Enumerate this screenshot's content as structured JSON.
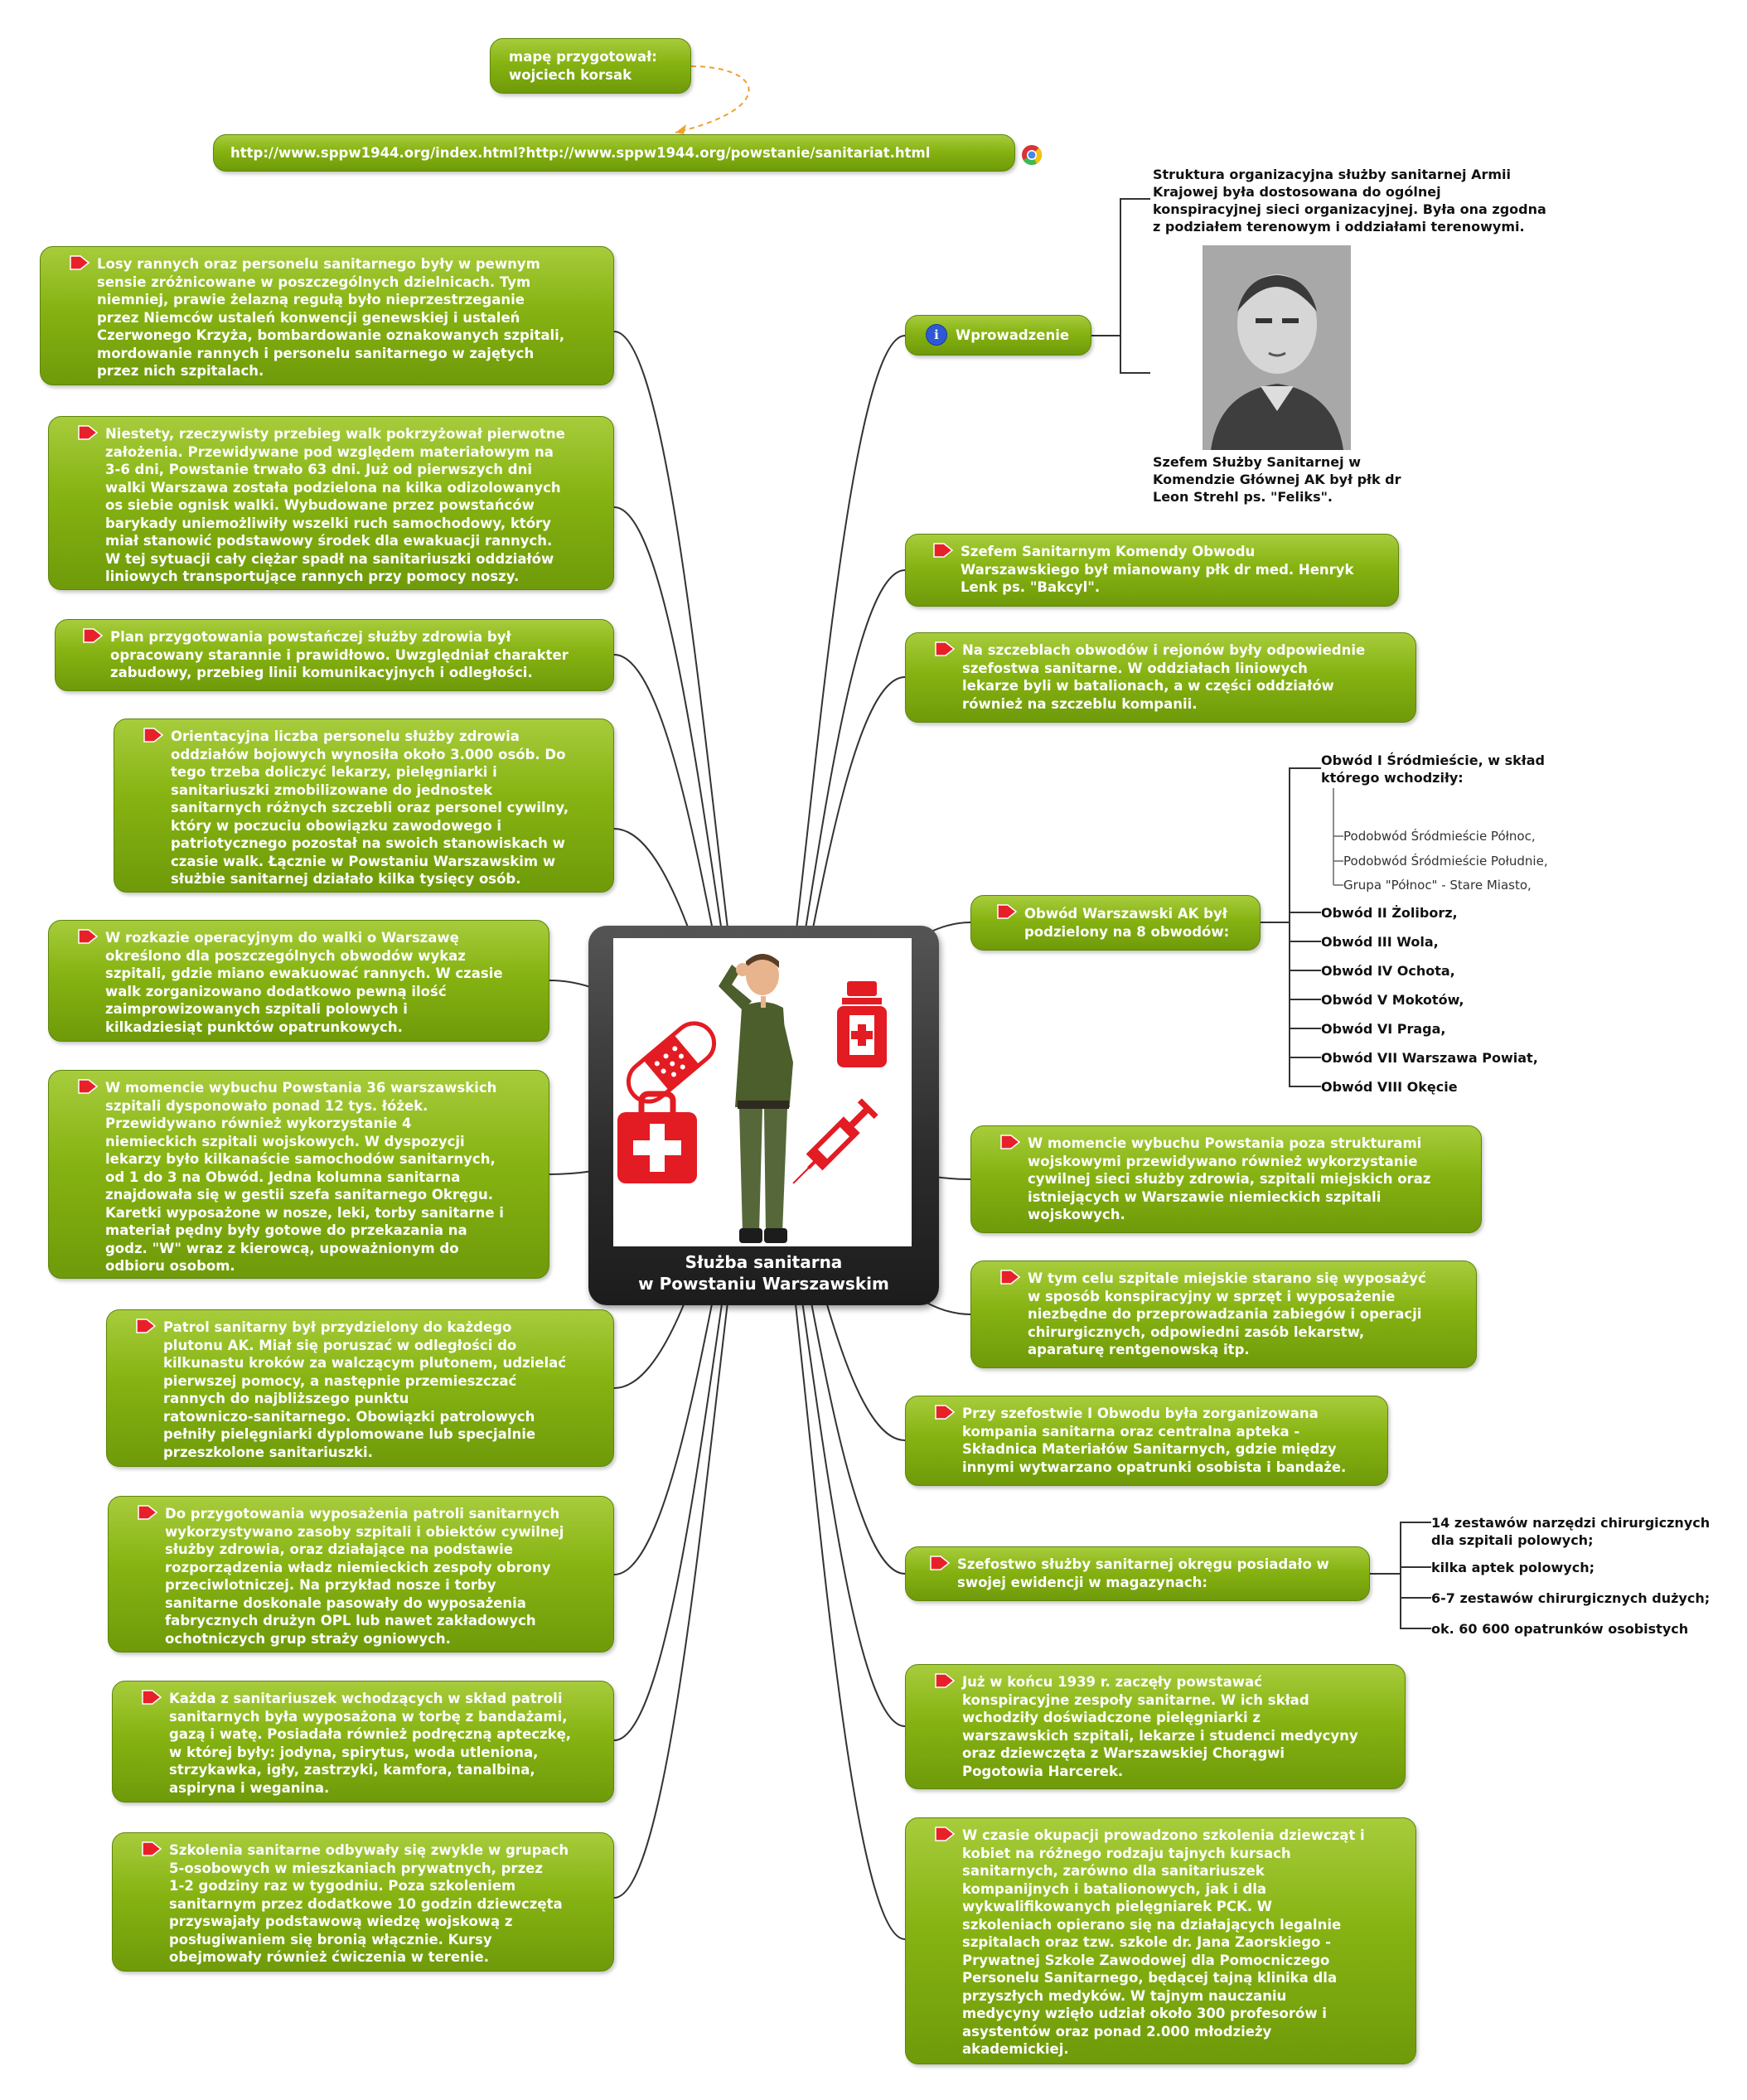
{
  "author_note": "mapę przygotował:\nwojciech korsak",
  "url": "http://www.sppw1944.org/index.html?http://www.sppw1944.org/powstanie/sanitariat.html",
  "center_title": "Służba sanitarna\nw Powstaniu Warszawskim",
  "left_nodes": [
    "Losy rannych oraz personelu sanitarnego były w pewnym\nsensie zróżnicowane w poszczególnych dzielnicach. Tym\nniemniej, prawie żelazną regułą było nieprzestrzeganie\nprzez Niemców ustaleń konwencji genewskiej i ustaleń\nCzerwonego Krzyża, bombardowanie oznakowanych szpitali,\nmordowanie rannych i personelu sanitarnego w zajętych\nprzez nich szpitalach.",
    "Niestety, rzeczywisty przebieg walk pokrzyżował pierwotne\nzałożenia. Przewidywane pod względem materiałowym na\n3-6 dni, Powstanie trwało 63 dni. Już od pierwszych dni\nwalki Warszawa została podzielona na kilka odizolowanych\nos siebie ognisk walki. Wybudowane przez powstańców\nbarykady uniemożliwiły wszelki ruch samochodowy, który\nmiał stanowić podstawowy środek dla ewakuacji rannych.\nW tej sytuacji cały ciężar spadł na sanitariuszki oddziałów\nliniowych transportujące rannych przy pomocy noszy.",
    "Plan przygotowania powstańczej służby zdrowia był\nopracowany starannie i prawidłowo. Uwzględniał charakter\nzabudowy, przebieg linii komunikacyjnych i odległości.",
    "Orientacyjna liczba personelu służby zdrowia\noddziałów bojowych wynosiła około 3.000 osób. Do\ntego trzeba doliczyć lekarzy, pielęgniarki i\nsanitariuszki zmobilizowane do jednostek\nsanitarnych różnych szczebli oraz personel cywilny,\nktóry w poczuciu obowiązku zawodowego i\npatriotycznego pozostał na swoich stanowiskach w\nczasie walk. Łącznie w Powstaniu Warszawskim w\nsłużbie sanitarnej działało kilka tysięcy osób.",
    "W rozkazie operacyjnym do walki o Warszawę\nokreślono dla poszczególnych obwodów wykaz\nszpitali, gdzie miano ewakuować rannych. W czasie\nwalk zorganizowano dodatkowo pewną ilość\nzaimprowizowanych szpitali polowych i\nkilkadziesiąt punktów opatrunkowych.",
    "W momencie wybuchu Powstania 36 warszawskich\nszpitali dysponowało ponad 12 tys. łóżek.\nPrzewidywano również wykorzystanie 4\nniemieckich szpitali wojskowych. W dyspozycji\nlekarzy było kilkanaście samochodów sanitarnych,\nod 1 do 3 na Obwód. Jedna kolumna sanitarna\nznajdowała się w gestii szefa sanitarnego Okręgu.\nKaretki wyposażone w nosze, leki, torby sanitarne i\nmateriał pędny były gotowe do przekazania na\ngodz. \"W\" wraz z kierowcą, upoważnionym do\nodbioru osobom.",
    "Patrol sanitarny był przydzielony do każdego\nplutonu AK. Miał się poruszać w odległości do\nkilkunastu kroków za walczącym plutonem, udzielać\npierwszej pomocy, a następnie przemieszczać\nrannych do najbliższego punktu\nratowniczo-sanitarnego. Obowiązki patrolowych\npełniły pielęgniarki dyplomowane lub specjalnie\nprzeszkolone sanitariuszki.",
    "Do przygotowania wyposażenia patroli sanitarnych\nwykorzystywano zasoby szpitali i obiektów cywilnej\nsłużby zdrowia, oraz działające na podstawie\nrozporządzenia władz niemieckich zespoły obrony\nprzeciwlotniczej. Na przykład nosze i torby\nsanitarne doskonale pasowały do wyposażenia\nfabrycznych drużyn OPL lub nawet zakładowych\nochotniczych grup straży ogniowych.",
    "Każda z sanitariuszek wchodzących w skład patroli\nsanitarnych była wyposażona w torbę z bandażami,\ngazą i watę. Posiadała również podręczną apteczkę,\nw której były: jodyna, spirytus, woda utleniona,\nstrzykawka, igły, zastrzyki, kamfora, tanalbina,\naspiryna i weganina.",
    "Szkolenia sanitarne odbywały się zwykle w grupach\n5-osobowych w mieszkaniach prywatnych, przez\n1-2 godziny raz w tygodniu. Poza szkoleniem\nsanitarnym przez dodatkowe 10 godzin dziewczęta\nprzyswajały podstawową wiedzę wojskową z\nposługiwaniem się bronią włącznie. Kursy\nobejmowały również ćwiczenia w terenie."
  ],
  "right_nodes": [
    "Wprowadzenie",
    "Szefem Sanitarnym Komendy Obwodu\nWarszawskiego był mianowany płk dr med. Henryk\nLenk ps. \"Bakcyl\".",
    "Na szczeblach obwodów i rejonów były odpowiednie\nszefostwa sanitarne. W oddziałach liniowych\nlekarze byli w batalionach, a w części oddziałów\nrównież na szczeblu kompanii.",
    "Obwód Warszawski AK był\npodzielony na 8 obwodów:",
    "W momencie wybuchu Powstania poza strukturami\nwojskowymi przewidywano również wykorzystanie\ncywilnej sieci służby zdrowia, szpitali miejskich oraz\nistniejących w Warszawie niemieckich szpitali\nwojskowych.",
    "W tym celu szpitale miejskie starano się wyposażyć\nw sposób konspiracyjny w sprzęt i wyposażenie\nniezbędne do przeprowadzania zabiegów i operacji\nchirurgicznych, odpowiedni zasób lekarstw,\naparaturę rentgenowską itp.",
    "Przy szefostwie I Obwodu była zorganizowana\nkompania sanitarna oraz centralna apteka -\nSkładnica Materiałów Sanitarnych, gdzie między\ninnymi wytwarzano opatrunki osobista i bandaże.",
    "Szefostwo służby sanitarnej okręgu posiadało w\nswojej ewidencji w magazynach:",
    "Już w końcu 1939 r. zaczęły powstawać\nkonspiracyjne zespoły sanitarne. W ich skład\nwchodziły doświadczone pielęgniarki z\nwarszawskich szpitali, lekarze i studenci medycyny\noraz dziewczęta z Warszawskiej Chorągwi\nPogotowia Harcerek.",
    "W czasie okupacji prowadzono szkolenia dziewcząt i\nkobiet na różnego rodzaju tajnych kursach\nsanitarnych, zarówno dla sanitariuszek\nkompanijnych i batalionowych, jak i dla\nwykwalifikowanych pielęgniarek PCK. W\nszkoleniach opierano się na działających legalnie\nszpitalach oraz tzw. szkole dr. Jana Zaorskiego -\nPrywatnej Szkole Zawodowej dla Pomocniczego\nPersonelu Sanitarnego, będącej tajną klinika dla\nprzyszłych medyków. W tajnym nauczaniu\nmedycyny wzięło udział około 300 profesorów i\nasystentów oraz ponad 2.000 młodzieży\nakademickiej."
  ],
  "intro": {
    "text": "Struktura organizacyjna służby sanitarnej Armii\nKrajowej była dostosowana do ogólnej\nkonspiracyjnej sieci organizacyjnej. Była ona zgodna\nz podziałem terenowym i oddziałami terenowymi.",
    "caption": "Szefem Służby Sanitarnej w\nKomendzie Głównej AK był płk dr\nLeon Strehl ps. \"Feliks\"."
  },
  "obwody": {
    "first": "Obwód I Śródmieście, w skład\nktórego wchodziły:",
    "sub": [
      "Podobwód Śródmieście Północ,",
      "Podobwód Śródmieście Południe,",
      "Grupa \"Północ\" - Stare Miasto,"
    ],
    "rest": [
      "Obwód II Żoliborz,",
      "Obwód III Wola,",
      "Obwód IV Ochota,",
      "Obwód V Mokotów,",
      "Obwód VI Praga,",
      "Obwód VII Warszawa Powiat,",
      "Obwód VIII Okęcie"
    ]
  },
  "magazyny": [
    "14 zestawów narzędzi chirurgicznych\ndla szpitali polowych;",
    "kilka aptek polowych;",
    "6-7 zestawów chirurgicznych dużych;",
    "ok. 60 600 opatrunków osobistych"
  ],
  "colors": {
    "node": "#86b312",
    "flag": "#e8202a",
    "center": "#2c2c2c",
    "medical_red": "#e31b23"
  }
}
